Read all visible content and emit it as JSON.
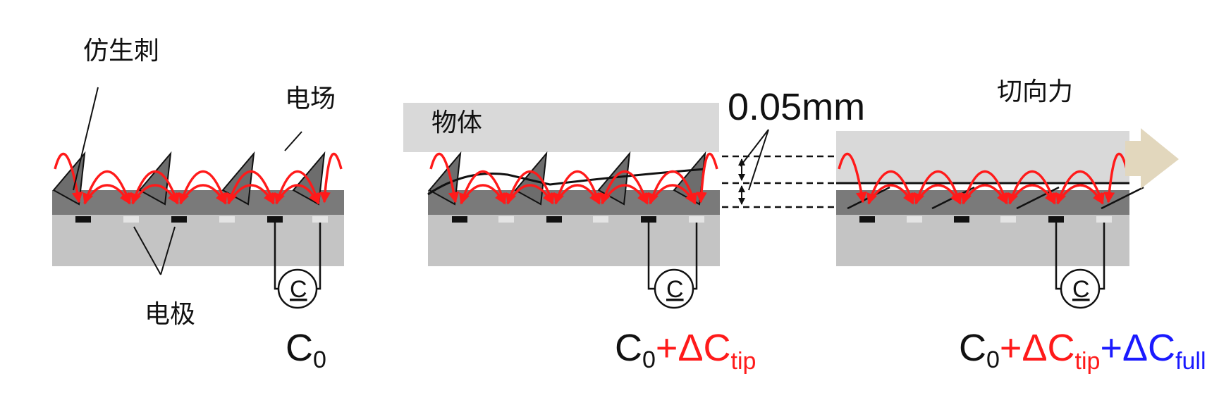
{
  "labels": {
    "spines": "仿生刺",
    "field": "电场",
    "electrodes": "电极",
    "object": "物体",
    "gap": "0.05mm",
    "shear": "切向力",
    "meter": "C"
  },
  "formulas": {
    "panel1": {
      "c": "C",
      "sub0": "0"
    },
    "panel2": {
      "c": "C",
      "sub0": "0",
      "plus1": "+ΔC",
      "tip": "tip"
    },
    "panel3": {
      "c": "C",
      "sub0": "0",
      "plus1": "+ΔC",
      "tip": "tip",
      "plus2": "+ΔC",
      "full": "full"
    }
  },
  "colors": {
    "field_lines": "#ff1a1a",
    "term_tip": "#ff1a1a",
    "term_full": "#1a1aff",
    "substrate_dark": "#7a7a7a",
    "substrate_light": "#c4c4c4",
    "object": "#d9d9d9",
    "arrow": "#e2d7bd"
  }
}
